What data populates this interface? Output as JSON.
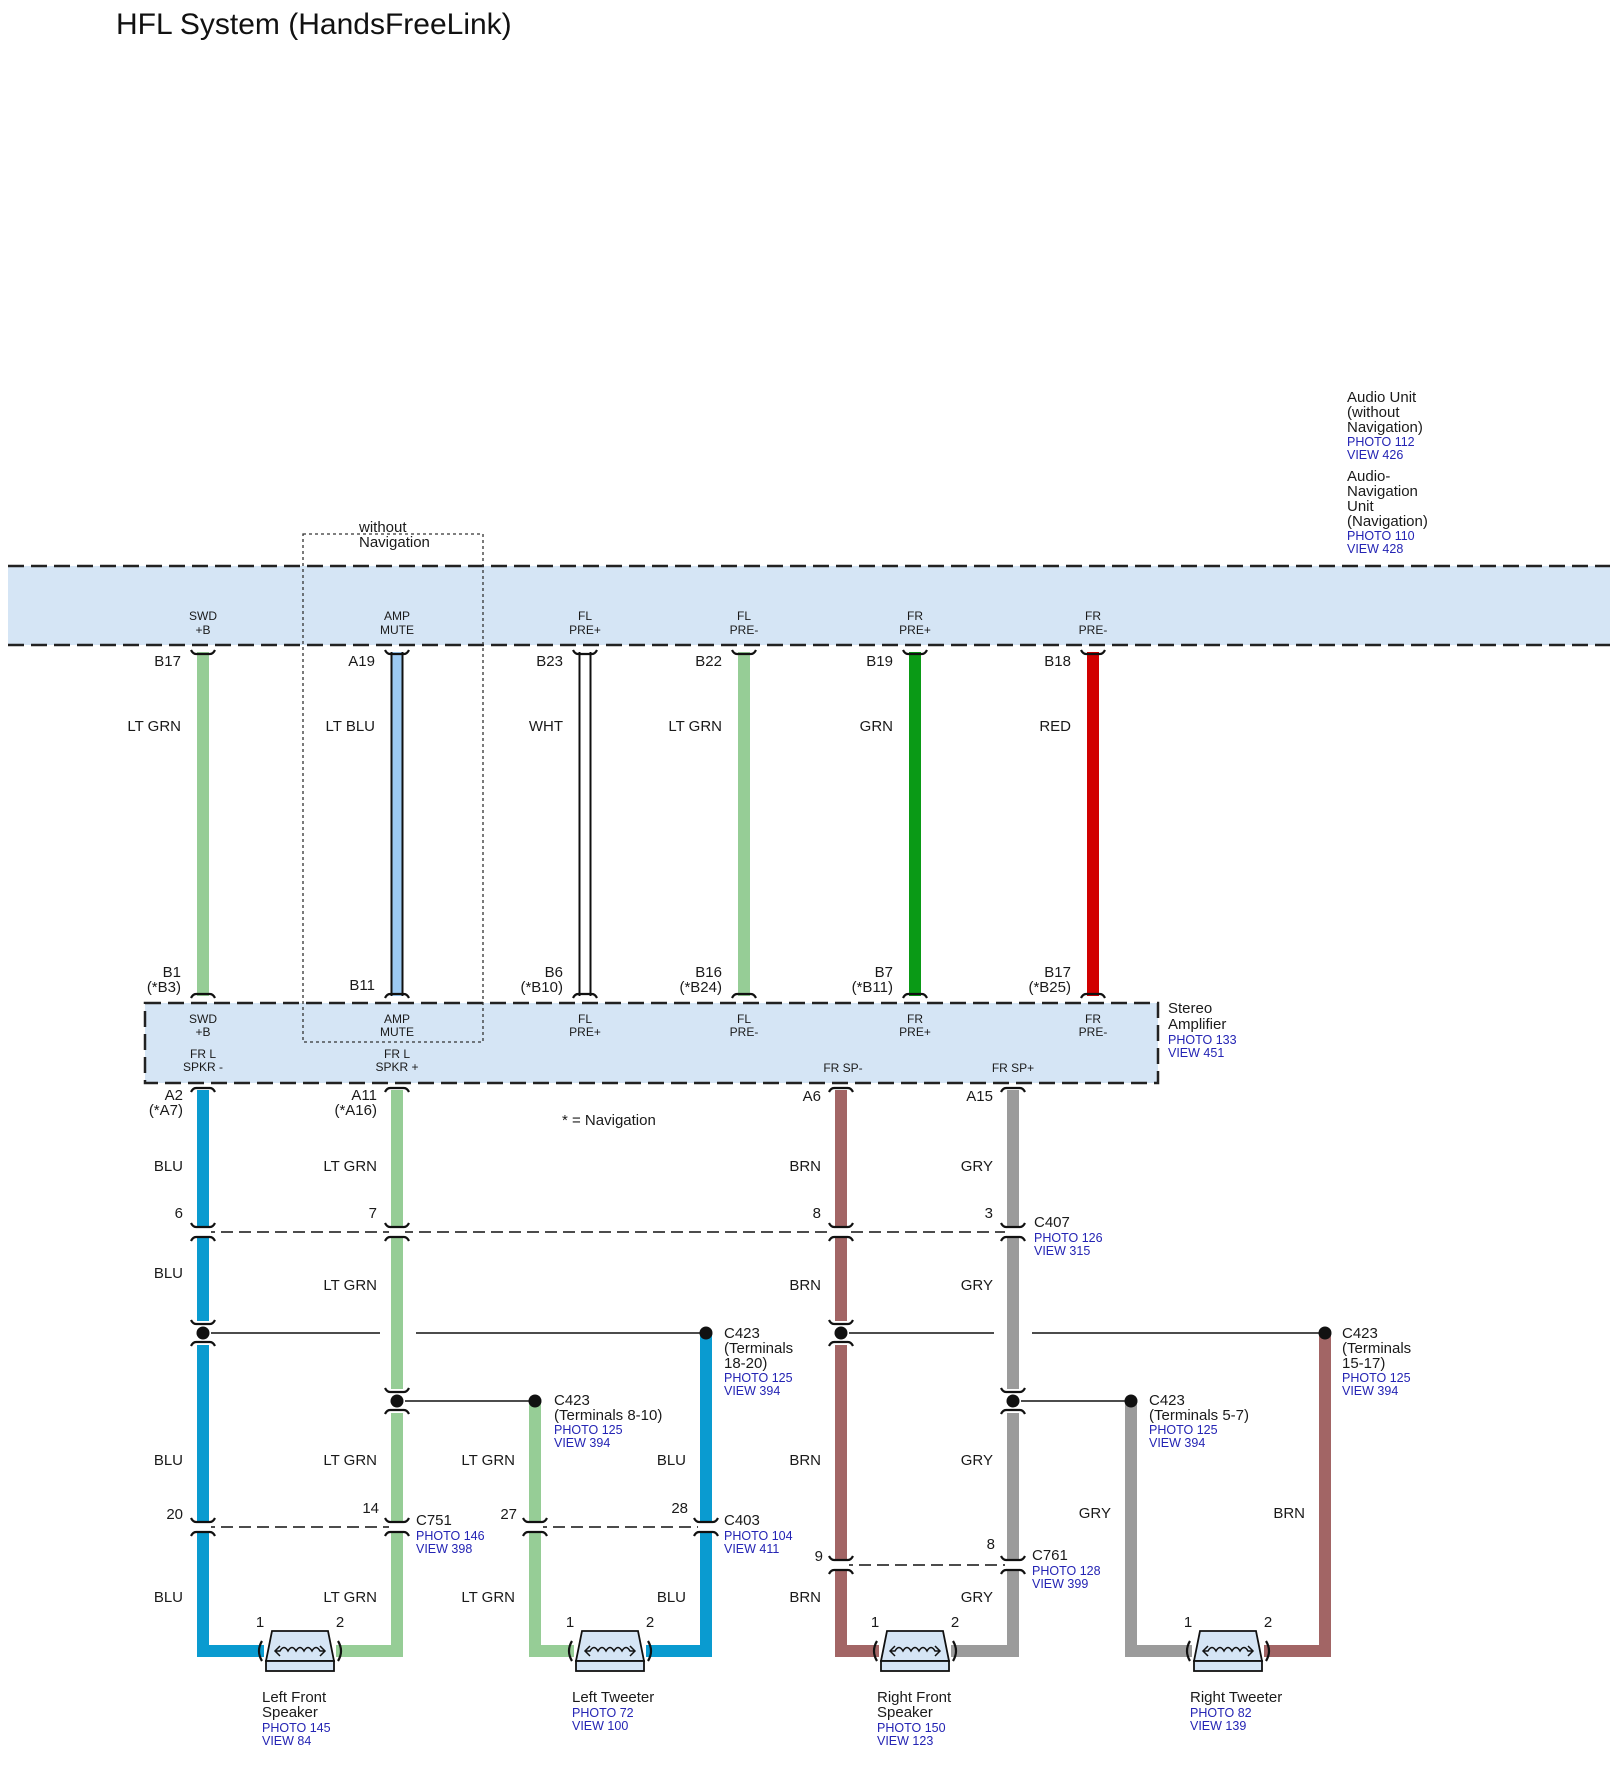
{
  "title": "HFL System (HandsFreeLink)",
  "colors": {
    "lt_grn": "#96cd96",
    "lt_blu": "#9ccaf3",
    "grn": "#0a9a16",
    "red": "#d10000",
    "blu": "#0a9bd0",
    "brn": "#a26565",
    "gry": "#9b9b9b",
    "box_fill": "#d5e5f5",
    "ref_text": "#2424b4"
  },
  "audio_unit": {
    "name_lines": [
      "Audio Unit",
      "(without",
      "Navigation)"
    ],
    "photo": "PHOTO 112",
    "view": "VIEW 426",
    "alt_name_lines": [
      "Audio-",
      "Navigation",
      "Unit",
      "(Navigation)"
    ],
    "alt_photo": "PHOTO 110",
    "alt_view": "VIEW 428"
  },
  "without_nav_label": [
    "without",
    "Navigation"
  ],
  "top_wires": [
    {
      "func": [
        "SWD",
        "+B"
      ],
      "top_pin": "B17",
      "color_label": "LT GRN",
      "color": "lt_grn",
      "bottom_pin": "B1",
      "bottom_alt": "(*B3)",
      "amp_func": [
        "SWD",
        "+B"
      ]
    },
    {
      "func": [
        "AMP",
        "MUTE"
      ],
      "top_pin": "A19",
      "color_label": "LT BLU",
      "color": "lt_blu",
      "bottom_pin": "B11",
      "bottom_alt": "",
      "amp_func": [
        "AMP",
        "MUTE"
      ]
    },
    {
      "func": [
        "FL",
        "PRE+"
      ],
      "top_pin": "B23",
      "color_label": "WHT",
      "color": "wht",
      "bottom_pin": "B6",
      "bottom_alt": "(*B10)",
      "amp_func": [
        "FL",
        "PRE+"
      ]
    },
    {
      "func": [
        "FL",
        "PRE-"
      ],
      "top_pin": "B22",
      "color_label": "LT GRN",
      "color": "lt_grn",
      "bottom_pin": "B16",
      "bottom_alt": "(*B24)",
      "amp_func": [
        "FL",
        "PRE-"
      ]
    },
    {
      "func": [
        "FR",
        "PRE+"
      ],
      "top_pin": "B19",
      "color_label": "GRN",
      "color": "grn",
      "bottom_pin": "B7",
      "bottom_alt": "(*B11)",
      "amp_func": [
        "FR",
        "PRE+"
      ]
    },
    {
      "func": [
        "FR",
        "PRE-"
      ],
      "top_pin": "B18",
      "color_label": "RED",
      "color": "red",
      "bottom_pin": "B17",
      "bottom_alt": "(*B25)",
      "amp_func": [
        "FR",
        "PRE-"
      ]
    }
  ],
  "stereo_amp": {
    "name_lines": [
      "Stereo",
      "Amplifier"
    ],
    "photo": "PHOTO 133",
    "view": "VIEW 451",
    "outputs": [
      {
        "func": [
          "FR L",
          "SPKR -"
        ],
        "pin": "A2",
        "alt": "(*A7)",
        "color_label": "BLU"
      },
      {
        "func": [
          "FR L",
          "SPKR +"
        ],
        "pin": "A11",
        "alt": "(*A16)",
        "color_label": "LT GRN"
      },
      {
        "func": [
          "FR SP-"
        ],
        "pin": "A6",
        "alt": "",
        "color_label": "BRN"
      },
      {
        "func": [
          "FR SP+"
        ],
        "pin": "A15",
        "alt": "",
        "color_label": "GRY"
      }
    ]
  },
  "nav_note": "* = Navigation",
  "c407": {
    "name": "C407",
    "photo": "PHOTO 126",
    "view": "VIEW 315",
    "pins": [
      "6",
      "7",
      "8",
      "3"
    ]
  },
  "c423_a": {
    "name": "C423",
    "lines": [
      "(Terminals",
      "18-20)"
    ],
    "photo": "PHOTO 125",
    "view": "VIEW 394"
  },
  "c423_b": {
    "name": "C423",
    "lines": [
      "(Terminals 8-10)"
    ],
    "photo": "PHOTO 125",
    "view": "VIEW 394"
  },
  "c423_c": {
    "name": "C423",
    "lines": [
      "(Terminals 5-7)"
    ],
    "photo": "PHOTO 125",
    "view": "VIEW 394"
  },
  "c423_d": {
    "name": "C423",
    "lines": [
      "(Terminals",
      "15-17)"
    ],
    "photo": "PHOTO 125",
    "view": "VIEW 394"
  },
  "c751": {
    "name": "C751",
    "photo": "PHOTO 146",
    "view": "VIEW 398",
    "pins": [
      "20",
      "14"
    ]
  },
  "c403": {
    "name": "C403",
    "photo": "PHOTO 104",
    "view": "VIEW 411",
    "pins": [
      "27",
      "28"
    ]
  },
  "c761": {
    "name": "C761",
    "photo": "PHOTO 128",
    "view": "VIEW 399",
    "pins": [
      "9",
      "8"
    ]
  },
  "wire_labels": {
    "blu": "BLU",
    "lt_grn": "LT GRN",
    "brn": "BRN",
    "gry": "GRY"
  },
  "speakers": [
    {
      "name_lines": [
        "Left Front",
        "Speaker"
      ],
      "photo": "PHOTO 145",
      "view": "VIEW 84",
      "pin1": "1",
      "pin2": "2"
    },
    {
      "name_lines": [
        "Left Tweeter"
      ],
      "photo": "PHOTO 72",
      "view": "VIEW 100",
      "pin1": "1",
      "pin2": "2"
    },
    {
      "name_lines": [
        "Right Front",
        "Speaker"
      ],
      "photo": "PHOTO 150",
      "view": "VIEW 123",
      "pin1": "1",
      "pin2": "2"
    },
    {
      "name_lines": [
        "Right Tweeter"
      ],
      "photo": "PHOTO 82",
      "view": "VIEW 139",
      "pin1": "1",
      "pin2": "2"
    }
  ]
}
